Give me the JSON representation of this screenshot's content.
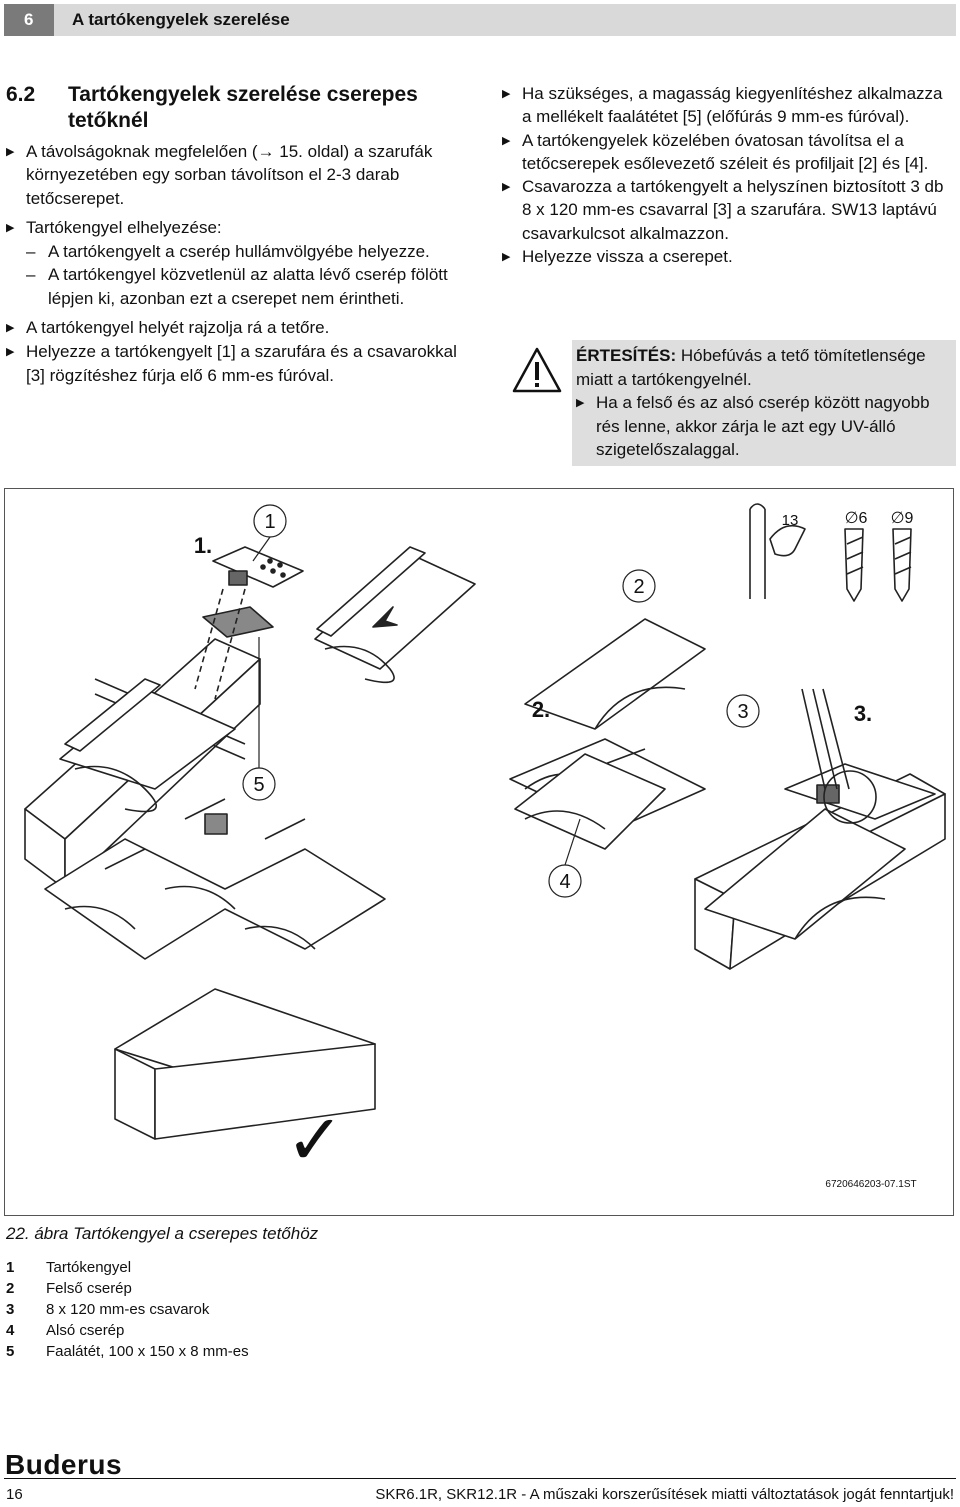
{
  "header": {
    "number": "6",
    "title": "A tartókengyelek szerelése"
  },
  "section": {
    "number": "6.2",
    "title": "Tartókengyelek szerelése cserepes tetőknél"
  },
  "left_items": [
    {
      "type": "step",
      "text": "A távolságoknak megfelelően (→ 15. oldal) a szarufák környezetében egy sorban távolítson el 2-3 darab tetőcserepet."
    },
    {
      "type": "step",
      "text": "Tartókengyel elhelyezése:"
    },
    {
      "type": "sub",
      "text": "A tartókengyelt a cserép hullámvölgyébe helyezze."
    },
    {
      "type": "sub",
      "text": "A tartókengyel közvetlenül az alatta lévő cserép fölött lépjen ki, azonban ezt a cserepet nem érintheti."
    },
    {
      "type": "step",
      "text": "A tartókengyel helyét rajzolja rá a tetőre."
    },
    {
      "type": "step",
      "text": "Helyezze a tartókengyelt [1] a szarufára és a csavarokkal [3] rögzítéshez fúrja elő 6 mm-es fúróval."
    }
  ],
  "right_items": [
    {
      "text": "Ha szükséges, a magasság kiegyenlítéshez alkalmazza a mellékelt faalátétet [5] (előfúrás 9 mm-es fúróval)."
    },
    {
      "text": "A tartókengyelek közelében óvatosan távolítsa el a tetőcserepek esőlevezető széleit és profiljait [2] és [4]."
    },
    {
      "text": "Csavarozza a tartókengyelt a helyszínen biztosított 3 db 8 x 120 mm-es csavarral [3] a szarufára. SW13 laptávú csavarkulcsot alkalmazzon."
    },
    {
      "text": "Helyezze vissza a cserepet."
    }
  ],
  "notice": {
    "label": "ÉRTESÍTÉS:",
    "text": "Hóbefúvás a tető tömítetlensége miatt a tartókengyelnél.",
    "step": "Ha a felső és az alsó cserép között nagyobb rés lenne, akkor zárja le azt egy UV-álló szigetelőszalaggal."
  },
  "figure": {
    "step_labels": [
      "1.",
      "2.",
      "3."
    ],
    "callouts": [
      "1",
      "2",
      "3",
      "4",
      "5"
    ],
    "tools": {
      "wrench": "13",
      "drill_a": "∅6",
      "drill_b": "∅9"
    },
    "code": "6720646203-07.1ST",
    "check": "✓"
  },
  "caption": "22. ábra  Tartókengyel a cserepes tetőhöz",
  "legend": [
    {
      "key": "1",
      "value": "Tartókengyel"
    },
    {
      "key": "2",
      "value": "Felső cserép"
    },
    {
      "key": "3",
      "value": "8 x 120 mm-es csavarok"
    },
    {
      "key": "4",
      "value": "Alsó cserép"
    },
    {
      "key": "5",
      "value": "Faalátét, 100 x 150 x 8 mm-es"
    }
  ],
  "brand": "Buderus",
  "page_number": "16",
  "footer": "SKR6.1R, SKR12.1R - A műszaki korszerűsítések miatti változtatások jogát fenntartjuk!"
}
